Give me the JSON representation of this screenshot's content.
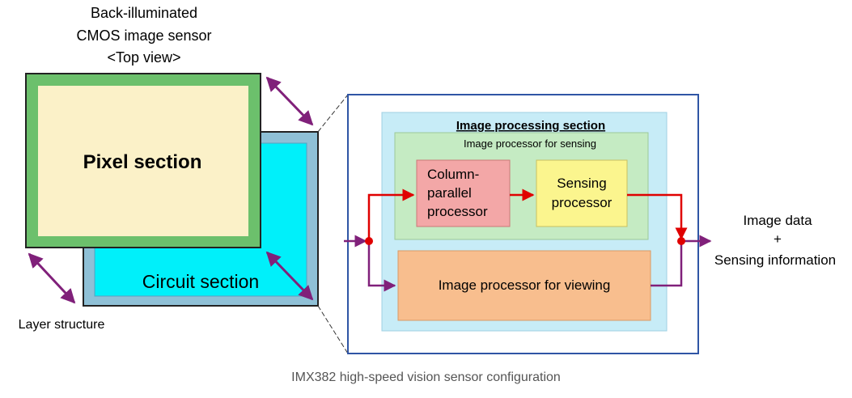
{
  "sensor": {
    "title_line1": "Back-illuminated",
    "title_line2": "CMOS image sensor",
    "title_line3": "<Top view>",
    "pixel_label": "Pixel section",
    "circuit_label": "Circuit section",
    "layer_label": "Layer structure"
  },
  "processing": {
    "section_title": "Image processing section",
    "sensing_group_label": "Image processor for sensing",
    "column_line1": "Column-",
    "column_line2": "parallel",
    "column_line3": "processor",
    "sensing_line1": "Sensing",
    "sensing_line2": "processor",
    "viewing_label": "Image processor for viewing"
  },
  "output": {
    "line1": "Image data",
    "line2": "+",
    "line3": "Sensing information"
  },
  "caption": "IMX382 high-speed vision sensor configuration",
  "colors": {
    "pixel_fill": "#fbf1c8",
    "pixel_border": "#6cc06c",
    "circuit_fill": "#00f0fa",
    "circuit_border": "#8fc0d6",
    "outer_frame": "#2f55a5",
    "processing_fill": "#c7ecf7",
    "sensing_group_fill": "#c5ebc3",
    "column_fill": "#f3a7a7",
    "sensing_proc_fill": "#fbf58e",
    "viewing_fill": "#f8be8e",
    "red_arrow": "#e00000",
    "purple_arrow": "#80207a"
  }
}
